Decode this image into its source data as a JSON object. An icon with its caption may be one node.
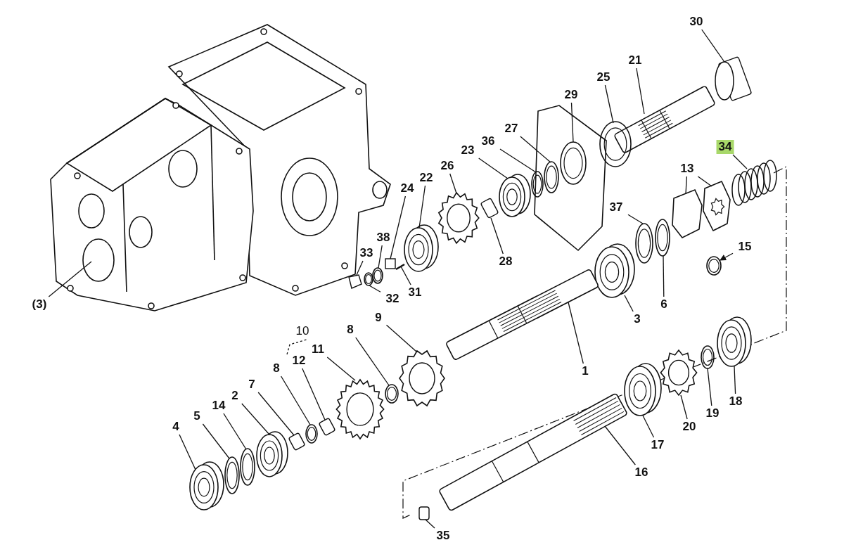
{
  "diagram": {
    "nodes": [
      {
        "text": [
          "30"
        ]
      },
      {
        "text": [
          "21"
        ]
      },
      {
        "text": [
          "25"
        ]
      },
      {
        "text": [
          "29"
        ]
      },
      {
        "text": [
          "34"
        ]
      },
      {
        "text": [
          "27"
        ]
      },
      {
        "text": [
          "36"
        ]
      },
      {
        "text": [
          "23"
        ]
      },
      {
        "text": [
          "13"
        ]
      },
      {
        "text": [
          "26"
        ]
      },
      {
        "text": [
          "22"
        ]
      },
      {
        "text": [
          "24"
        ]
      },
      {
        "text": [
          "37"
        ]
      },
      {
        "text": [
          "38"
        ]
      },
      {
        "text": [
          "15"
        ]
      },
      {
        "text": [
          "33"
        ]
      },
      {
        "text": [
          "28"
        ]
      },
      {
        "text": [
          "31"
        ]
      },
      {
        "text": [
          "32"
        ]
      },
      {
        "text": [
          "(3)"
        ]
      },
      {
        "text": [
          "6"
        ]
      },
      {
        "text": [
          "3"
        ]
      },
      {
        "text": [
          "9"
        ]
      },
      {
        "text": [
          "11"
        ]
      },
      {
        "text": [
          "8"
        ]
      },
      {
        "text": [
          "12"
        ]
      },
      {
        "text": [
          "1"
        ]
      },
      {
        "text": [
          "8"
        ]
      },
      {
        "text": [
          "7"
        ]
      },
      {
        "text": [
          "2"
        ]
      },
      {
        "text": [
          "14"
        ]
      },
      {
        "text": [
          "5"
        ]
      },
      {
        "text": [
          "4"
        ]
      },
      {
        "text": [
          "18"
        ]
      },
      {
        "text": [
          "19"
        ]
      },
      {
        "text": [
          "20"
        ]
      },
      {
        "text": [
          "17"
        ]
      },
      {
        "text": [
          "16"
        ]
      },
      {
        "text": [
          "35"
        ]
      },
      {
        "text": [],
        "shape": "sleeve"
      },
      {
        "text": [],
        "shape": "shaft"
      },
      {
        "text": [],
        "shape": "ring"
      },
      {
        "text": [],
        "shape": "ring"
      },
      {
        "text": [],
        "shape": "spring"
      },
      {
        "text": [],
        "shape": "ring"
      },
      {
        "text": [],
        "shape": "ring"
      },
      {
        "text": [],
        "shape": "bearing"
      },
      {
        "text": [],
        "shape": "coupling"
      },
      {
        "text": [],
        "shape": "coupling"
      },
      {
        "text": [],
        "shape": "gear"
      },
      {
        "text": [],
        "shape": "bearing"
      },
      {
        "text": [],
        "shape": "plate"
      },
      {
        "text": [],
        "shape": "ring"
      },
      {
        "text": [],
        "shape": "washer"
      },
      {
        "text": [],
        "shape": "ring"
      },
      {
        "text": [],
        "shape": "bolt"
      },
      {
        "text": [],
        "shape": "sleeve"
      },
      {
        "text": [],
        "shape": "pin"
      },
      {
        "text": [],
        "shape": "washer"
      },
      {
        "text": [],
        "shape": "housing"
      },
      {
        "text": [],
        "shape": "ring"
      },
      {
        "text": [],
        "shape": "bearing"
      },
      {
        "text": [],
        "shape": "gear"
      },
      {
        "text": [],
        "shape": "gear"
      },
      {
        "text": [],
        "shape": "ring"
      },
      {
        "text": [],
        "shape": "sleeve"
      },
      {
        "text": [],
        "shape": "shaft"
      },
      {
        "text": [],
        "shape": "washer"
      },
      {
        "text": [],
        "shape": "sleeve"
      },
      {
        "text": [],
        "shape": "bearing"
      },
      {
        "text": [],
        "shape": "ring"
      },
      {
        "text": [],
        "shape": "ring"
      },
      {
        "text": [],
        "shape": "bearing"
      },
      {
        "text": [],
        "shape": "bearing"
      },
      {
        "text": [],
        "shape": "ring"
      },
      {
        "text": [],
        "shape": "gear"
      },
      {
        "text": [],
        "shape": "bearing"
      },
      {
        "text": [],
        "shape": "shaft"
      },
      {
        "text": [],
        "shape": "sleeve"
      }
    ],
    "edges": [
      {
        "from": 0,
        "to": 39,
        "arrow": "none"
      },
      {
        "from": 1,
        "to": 40,
        "arrow": "none"
      },
      {
        "from": 2,
        "to": 41,
        "arrow": "none"
      },
      {
        "from": 3,
        "to": 42,
        "arrow": "none"
      },
      {
        "from": 4,
        "to": 43,
        "arrow": "none"
      },
      {
        "from": 5,
        "to": 44,
        "arrow": "none"
      },
      {
        "from": 6,
        "to": 45,
        "arrow": "none"
      },
      {
        "from": 7,
        "to": 46,
        "arrow": "none"
      },
      {
        "from": 8,
        "to": 47,
        "arrow": "none"
      },
      {
        "from": 8,
        "to": 48,
        "arrow": "none"
      },
      {
        "from": 9,
        "to": 49,
        "arrow": "none"
      },
      {
        "from": 10,
        "to": 50,
        "arrow": "none"
      },
      {
        "from": 11,
        "to": 51,
        "arrow": "none"
      },
      {
        "from": 12,
        "to": 52,
        "arrow": "none"
      },
      {
        "from": 13,
        "to": 53,
        "arrow": "none"
      },
      {
        "from": 14,
        "to": 54,
        "arrow": "to"
      },
      {
        "from": 15,
        "to": 55,
        "arrow": "none"
      },
      {
        "from": 16,
        "to": 56,
        "arrow": "none"
      },
      {
        "from": 17,
        "to": 57,
        "arrow": "none"
      },
      {
        "from": 18,
        "to": 58,
        "arrow": "none"
      },
      {
        "from": 19,
        "to": 59,
        "arrow": "none"
      },
      {
        "from": 20,
        "to": 60,
        "arrow": "none"
      },
      {
        "from": 21,
        "to": 61,
        "arrow": "none"
      },
      {
        "from": 22,
        "to": 62,
        "arrow": "none"
      },
      {
        "from": 23,
        "to": 63,
        "arrow": "none"
      },
      {
        "from": 24,
        "to": 64,
        "arrow": "none"
      },
      {
        "from": 25,
        "to": 65,
        "arrow": "none"
      },
      {
        "from": 26,
        "to": 66,
        "arrow": "none"
      },
      {
        "from": 27,
        "to": 67,
        "arrow": "none"
      },
      {
        "from": 28,
        "to": 68,
        "arrow": "none"
      },
      {
        "from": 29,
        "to": 69,
        "arrow": "none"
      },
      {
        "from": 30,
        "to": 70,
        "arrow": "none"
      },
      {
        "from": 31,
        "to": 71,
        "arrow": "none"
      },
      {
        "from": 32,
        "to": 72,
        "arrow": "none"
      },
      {
        "from": 33,
        "to": 73,
        "arrow": "none"
      },
      {
        "from": 34,
        "to": 74,
        "arrow": "none"
      },
      {
        "from": 35,
        "to": 75,
        "arrow": "none"
      },
      {
        "from": 36,
        "to": 76,
        "arrow": "none"
      },
      {
        "from": 37,
        "to": 77,
        "arrow": "none"
      },
      {
        "from": 38,
        "to": 78,
        "arrow": "none"
      }
    ],
    "labels": [
      "10"
    ]
  }
}
